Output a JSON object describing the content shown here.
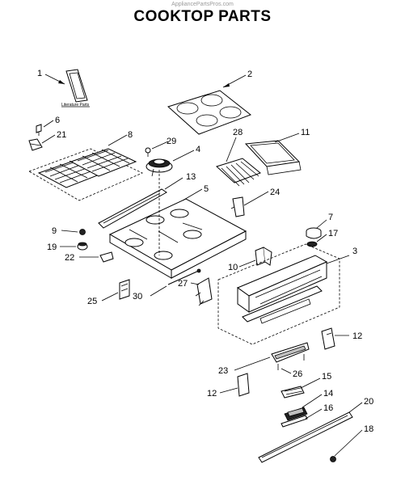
{
  "header": {
    "watermark": "AppliancePartsPros.com",
    "title": "COOKTOP PARTS"
  },
  "literature_label": "Literature Parts",
  "callouts": [
    {
      "id": "c1",
      "label": "1"
    },
    {
      "id": "c2",
      "label": "2"
    },
    {
      "id": "c3",
      "label": "3"
    },
    {
      "id": "c4",
      "label": "4"
    },
    {
      "id": "c5",
      "label": "5"
    },
    {
      "id": "c6",
      "label": "6"
    },
    {
      "id": "c7",
      "label": "7"
    },
    {
      "id": "c8",
      "label": "8"
    },
    {
      "id": "c9",
      "label": "9"
    },
    {
      "id": "c10",
      "label": "10"
    },
    {
      "id": "c11",
      "label": "11"
    },
    {
      "id": "c12a",
      "label": "12"
    },
    {
      "id": "c12b",
      "label": "12"
    },
    {
      "id": "c13",
      "label": "13"
    },
    {
      "id": "c14",
      "label": "14"
    },
    {
      "id": "c15",
      "label": "15"
    },
    {
      "id": "c16",
      "label": "16"
    },
    {
      "id": "c17",
      "label": "17"
    },
    {
      "id": "c18",
      "label": "18"
    },
    {
      "id": "c19",
      "label": "19"
    },
    {
      "id": "c20",
      "label": "20"
    },
    {
      "id": "c21",
      "label": "21"
    },
    {
      "id": "c22",
      "label": "22"
    },
    {
      "id": "c23",
      "label": "23"
    },
    {
      "id": "c24",
      "label": "24"
    },
    {
      "id": "c25",
      "label": "25"
    },
    {
      "id": "c26",
      "label": "26"
    },
    {
      "id": "c27",
      "label": "27"
    },
    {
      "id": "c28",
      "label": "28"
    },
    {
      "id": "c29",
      "label": "29"
    },
    {
      "id": "c30",
      "label": "30"
    }
  ]
}
